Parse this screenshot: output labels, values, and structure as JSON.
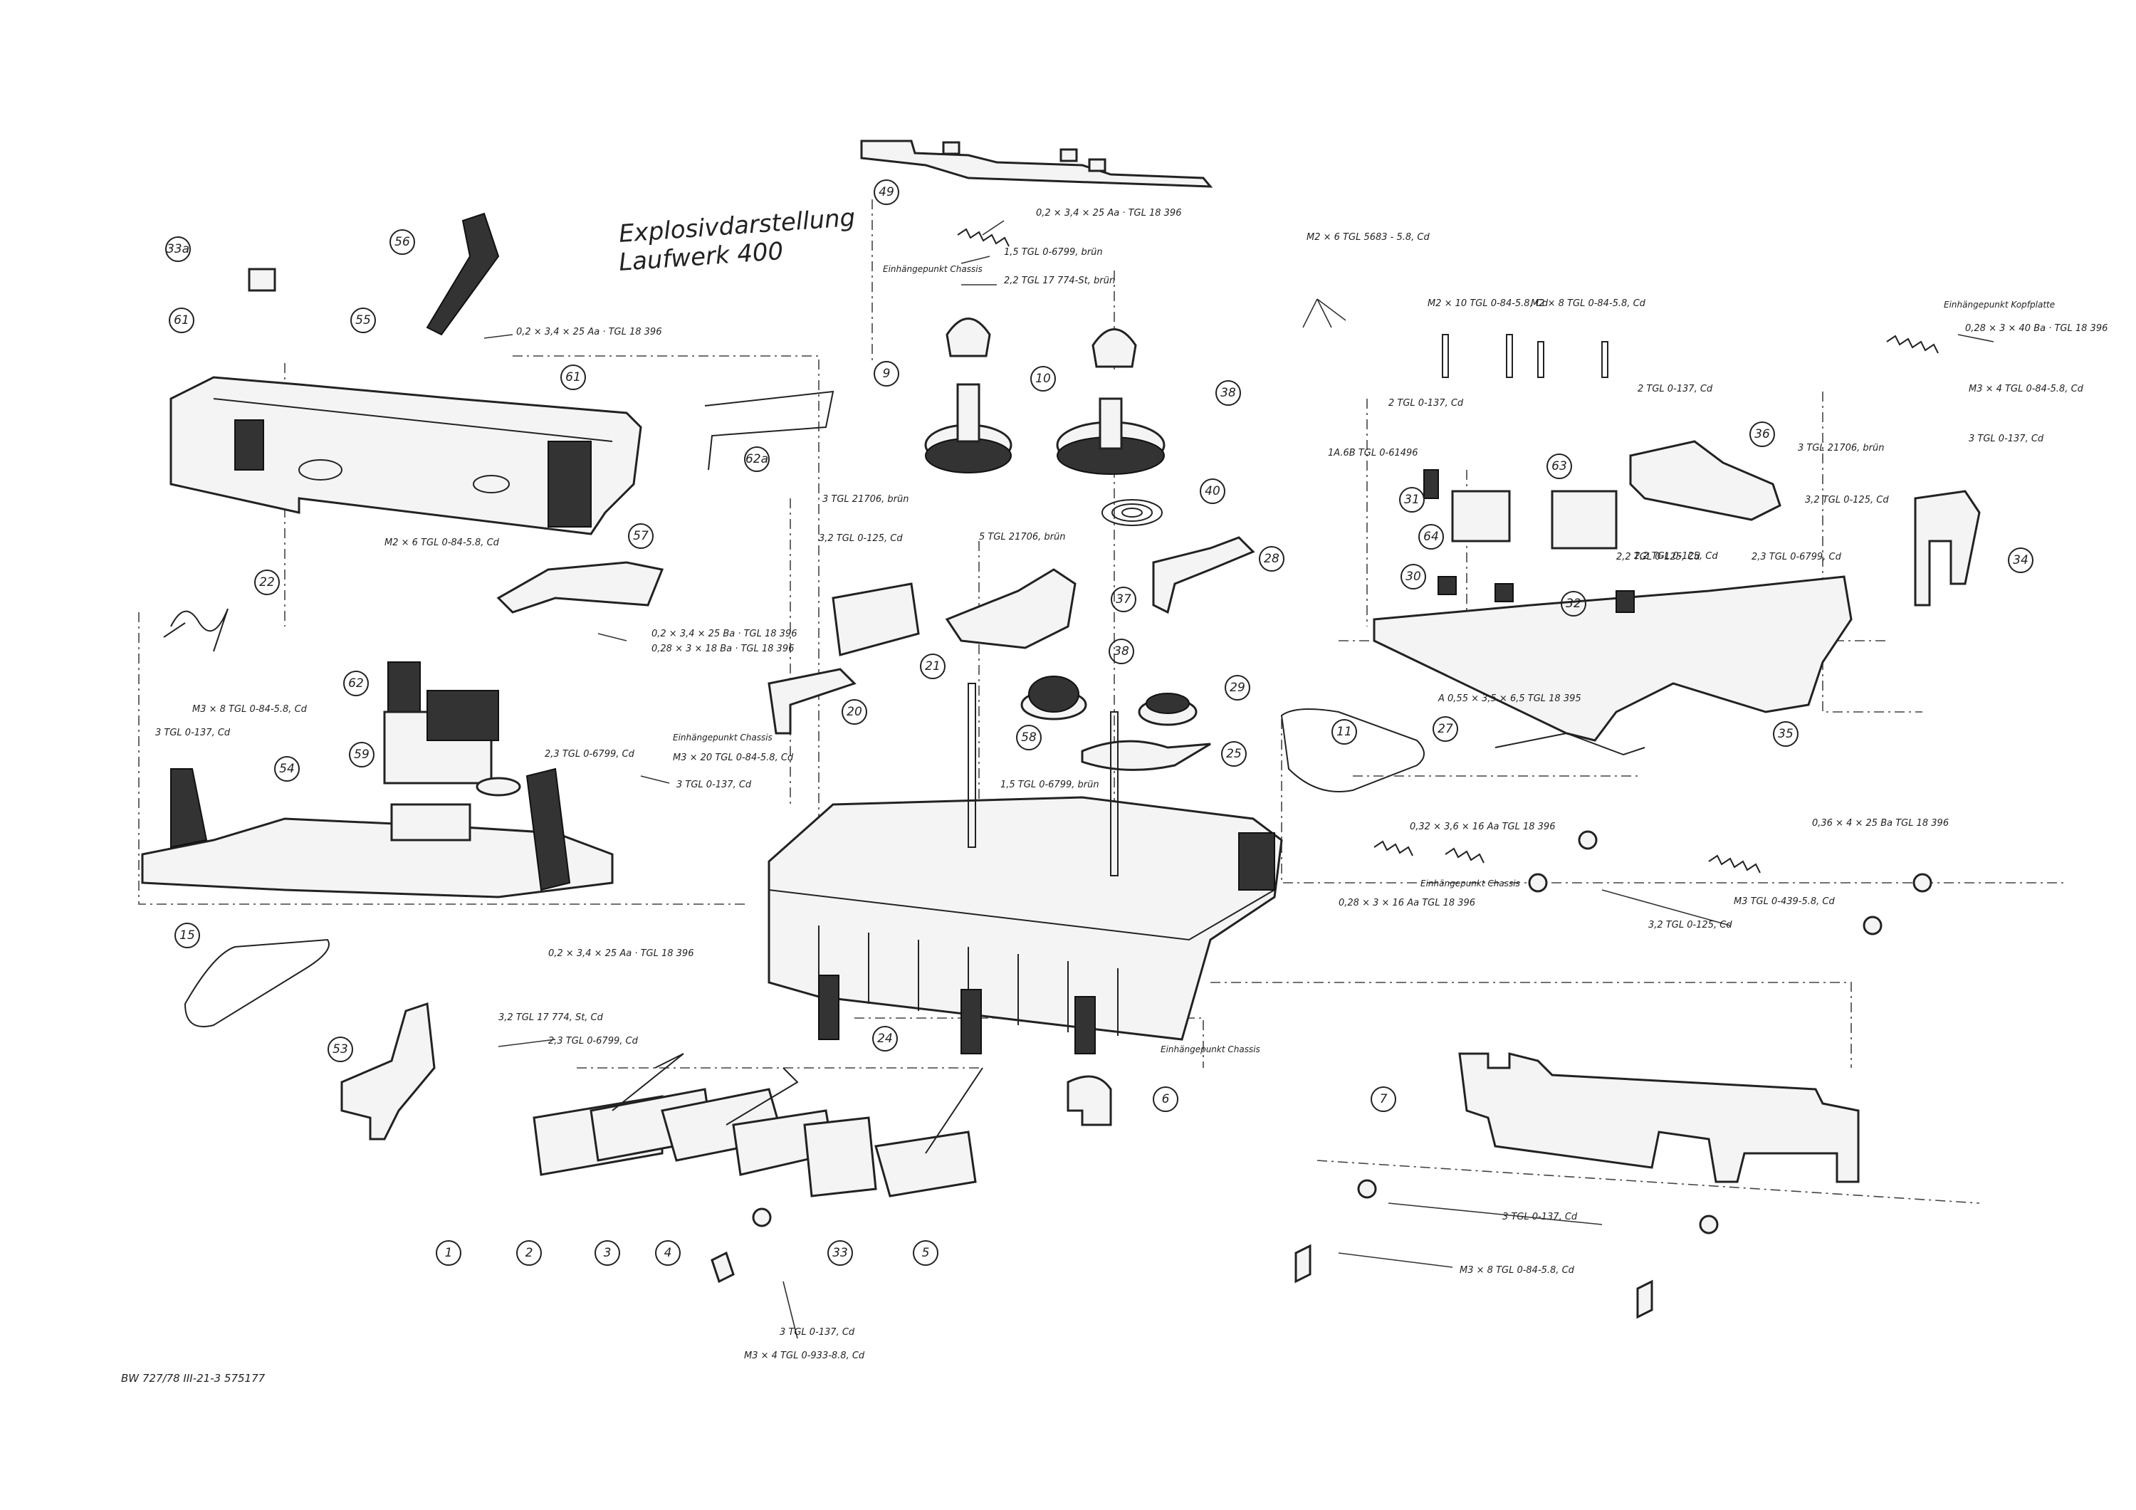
{
  "title": {
    "line1": "Explosivdarstellung",
    "line2": "Laufwerk 400"
  },
  "footer": {
    "code": "BW 727/78 III-21-3 575177"
  },
  "callouts": [
    "33a",
    "56",
    "61",
    "55",
    "61",
    "62a",
    "49",
    "9",
    "10",
    "10",
    "38",
    "40",
    "22",
    "57",
    "62",
    "59",
    "54",
    "21",
    "20",
    "58",
    "37",
    "38",
    "29",
    "28",
    "25",
    "11",
    "27",
    "31",
    "64",
    "63",
    "36",
    "30",
    "32",
    "34",
    "35",
    "15",
    "53",
    "24",
    "6",
    "7",
    "1",
    "2",
    "3",
    "4",
    "33",
    "5"
  ],
  "spec_labels": [
    "0,2 × 3,4 × 25 Aa · TGL 18 396",
    "1,5 TGL 0-6799, brün",
    "2,2 TGL 17 774-St, brün",
    "Einhängepunkt Chassis",
    "M2 × 6 TGL 5683 - 5.8, Cd",
    "M2 × 10 TGL 0-84-5.8, Cd",
    "M2 × 8 TGL 0-84-5.8, Cd",
    "Einhängepunkt Kopfplatte",
    "0,28 × 3 × 40 Ba · TGL 18 396",
    "M3 × 4 TGL 0-84-5.8, Cd",
    "3 TGL 0-137, Cd",
    "0,2 × 3,4 × 25 Aa · TGL 18 396",
    "2 TGL 0-137, Cd",
    "2 TGL 0-137, Cd",
    "1A.6B TGL 0-61496",
    "3 TGL 21706, brün",
    "3,2 TGL 0-125, Cd",
    "3 TGL 21706, brün",
    "3,2 TGL 0-125, Cd",
    "5 TGL 21706, brün",
    "M2 × 6 TGL 0-84-5.8, Cd",
    "2,2 TGL 0-125, Cd",
    "0,2 × 3,4 × 25 Ba · TGL 18 396",
    "0,28 × 3 × 18 Ba · TGL 18 396",
    "Einhängepunkt Chassis",
    "M3 × 8 TGL 0-84-5.8, Cd",
    "3 TGL 0-137, Cd",
    "2,3 TGL 0-6799, Cd",
    "M3 × 20 TGL 0-84-5.8, Cd",
    "3 TGL 0-137, Cd",
    "1,5 TGL 0-6799, brün",
    "2,2 TGL 0-125, Cd",
    "2,3 TGL 0-6799, Cd",
    "A 0,55 × 3,5 × 6,5 TGL 18 395",
    "0,32 × 3,6 × 16 Aa TGL 18 396",
    "Einhängepunkt Chassis",
    "0,28 × 3 × 16 Aa TGL 18 396",
    "0,36 × 4 × 25 Ba TGL 18 396",
    "M3 TGL 0-439-5.8, Cd",
    "3,2 TGL 0-125, Cd",
    "0,2 × 3,4 × 25 Aa · TGL 18 396",
    "3,2 TGL 17 774, St, Cd",
    "2,3 TGL 0-6799, Cd",
    "Einhängepunkt Chassis",
    "3 TGL 0-137, Cd",
    "M3 × 8 TGL 0-84-5.8, Cd",
    "3 TGL 0-137, Cd",
    "M3 × 4 TGL 0-933-8.8, Cd"
  ]
}
